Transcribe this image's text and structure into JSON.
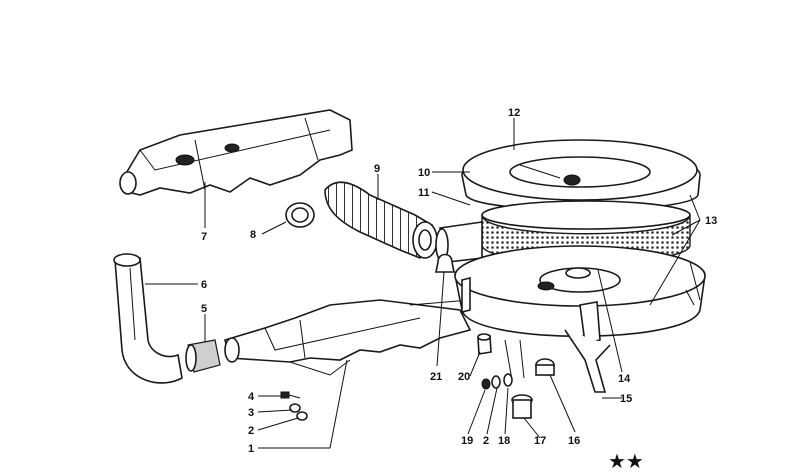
{
  "labels": {
    "l1": "1",
    "l2a": "2",
    "l2b": "2",
    "l3": "3",
    "l4": "4",
    "l5": "5",
    "l6": "6",
    "l7": "7",
    "l8": "8",
    "l9": "9",
    "l10": "10",
    "l11": "11",
    "l12": "12",
    "l13": "13",
    "l14": "14",
    "l15": "15",
    "l16": "16",
    "l17": "17",
    "l18": "18",
    "l19": "19",
    "l20": "20",
    "l21": "21"
  },
  "footer": {
    "stars": "★★"
  }
}
